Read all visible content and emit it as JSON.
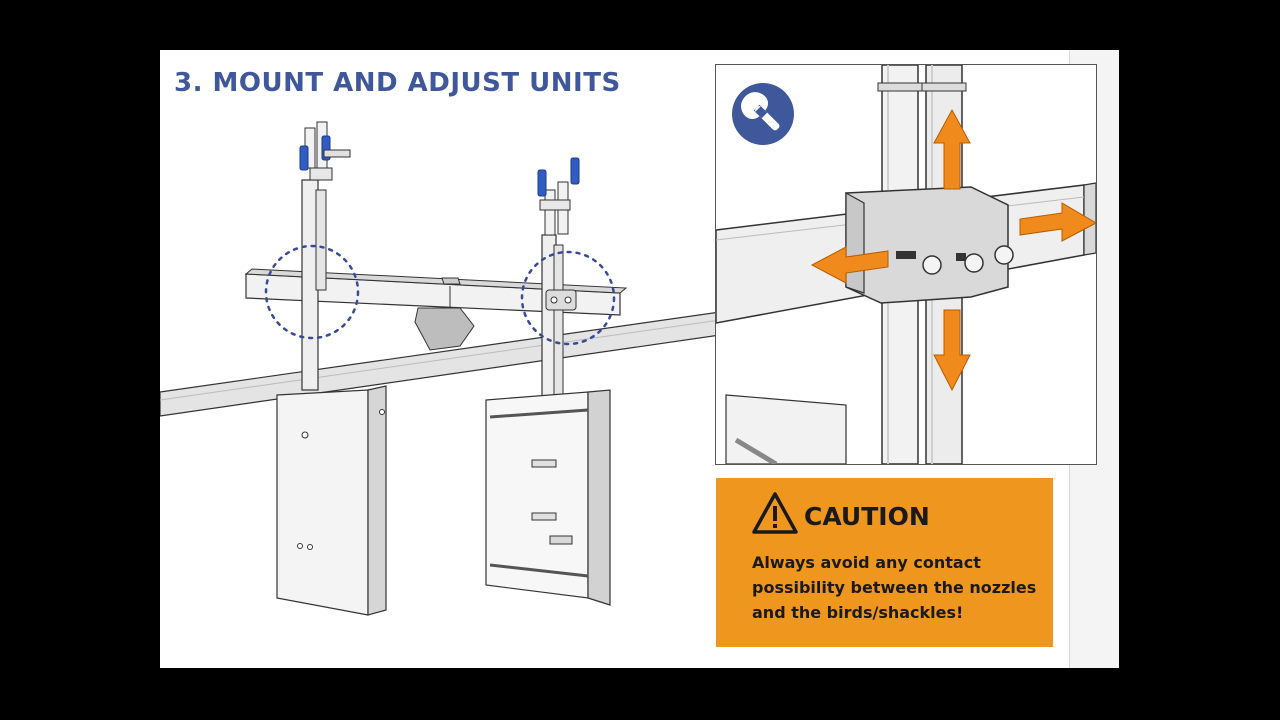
{
  "slide": {
    "title": "3. MOUNT AND ADJUST UNITS"
  },
  "caution": {
    "heading": "CAUTION",
    "message": "Always avoid any contact possibility between the nozzles and the birds/shackles!",
    "icon": "warning-triangle-icon"
  },
  "detail": {
    "icon": "wrench-icon"
  },
  "colors": {
    "title": "#3f579b",
    "caution_bg": "#ef961f",
    "arrow": "#f08a1c",
    "valve_handle": "#2f5dc4",
    "callout_circle": "#3a4a9a"
  }
}
